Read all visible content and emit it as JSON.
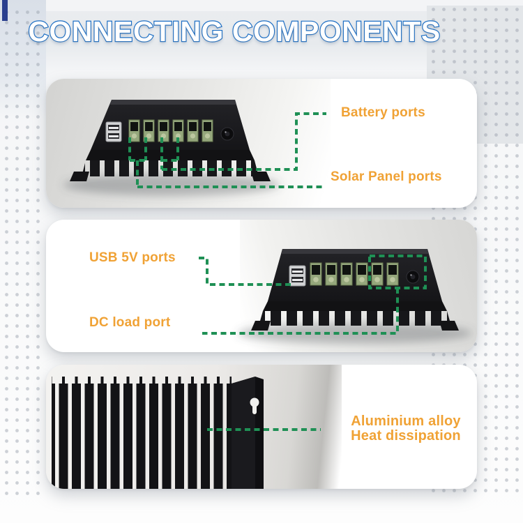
{
  "title": "CONNECTING COMPONENTS",
  "panels": [
    {
      "name": "controller-rear-view",
      "labels": {
        "battery": "Battery ports",
        "solar": "Solar Panel ports"
      }
    },
    {
      "name": "controller-side-view",
      "labels": {
        "usb": "USB 5V ports",
        "dc": "DC load port"
      }
    },
    {
      "name": "heatsink-closeup",
      "labels": {
        "line1": "Aluminium alloy",
        "line2": "Heat dissipation"
      }
    }
  ],
  "colors": {
    "label_orange": "#F0A235",
    "dash_green": "#1F9055",
    "title_fill": "#FFFFFF",
    "title_outline_blue": "#1A6EC6"
  },
  "icons": {
    "mount_hole": "keyhole-icon"
  }
}
